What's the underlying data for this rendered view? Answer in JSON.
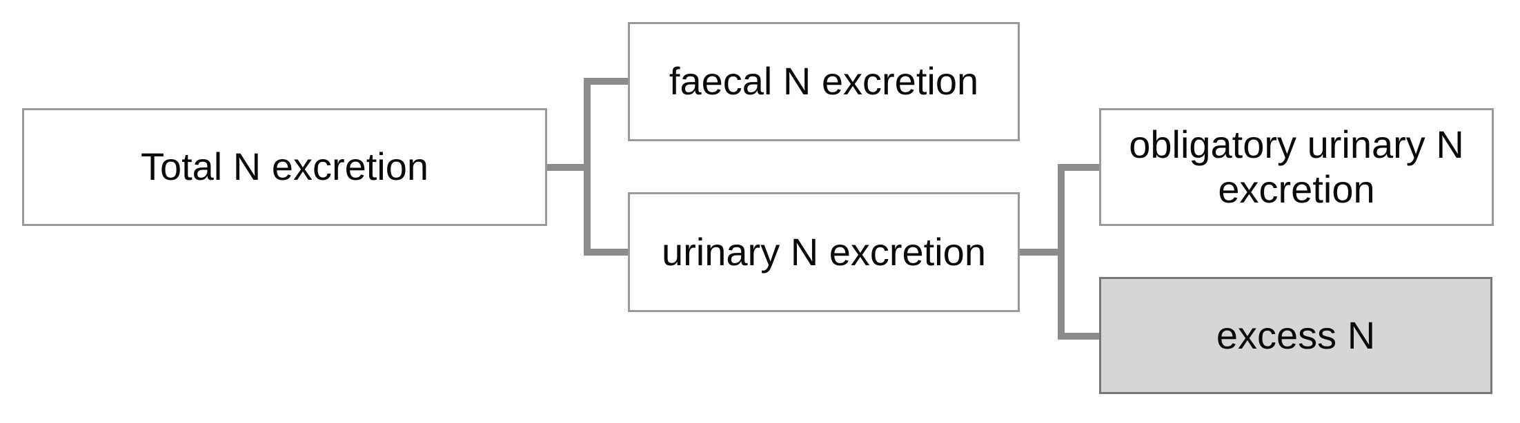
{
  "diagram": {
    "type": "tree",
    "nodes": {
      "total": {
        "label": "Total N excretion"
      },
      "faecal": {
        "label": "faecal N excretion"
      },
      "urinary": {
        "label": "urinary N excretion"
      },
      "obligatory": {
        "label": "obligatory urinary N excretion"
      },
      "excess": {
        "label": "excess N"
      }
    },
    "edges": [
      {
        "from": "Total N excretion",
        "to": "faecal N excretion"
      },
      {
        "from": "Total N excretion",
        "to": "urinary N excretion"
      },
      {
        "from": "urinary N excretion",
        "to": "obligatory urinary N excretion"
      },
      {
        "from": "urinary N excretion",
        "to": "excess N"
      }
    ],
    "colors": {
      "background": "#ffffff",
      "box_fill": "#ffffff",
      "box_border": "#9a9a9a",
      "shaded_box_fill": "#d6d6d6",
      "shaded_box_border": "#777777",
      "connector": "#8c8c8c",
      "text": "#0a0a0a"
    },
    "shaded_node": "excess N"
  }
}
